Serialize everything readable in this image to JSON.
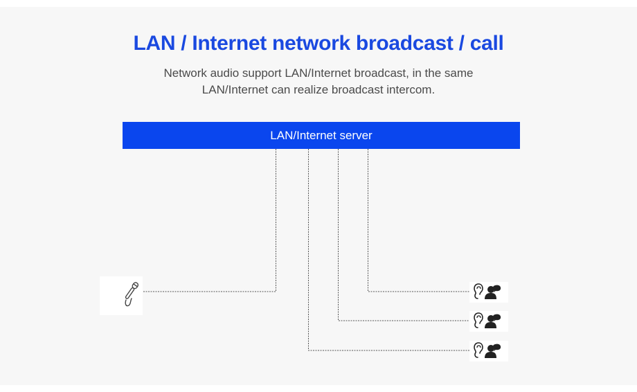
{
  "header": {
    "title": "LAN / Internet network broadcast / call",
    "subtitle": "Network audio support LAN/Internet broadcast, in the same LAN/Internet can realize broadcast intercom."
  },
  "server": {
    "label": "LAN/Internet server"
  },
  "endpoints": {
    "source": {
      "icon": "microphone-icon"
    },
    "listeners": [
      {
        "icons": [
          "ear-icon",
          "user-speaking-icon"
        ]
      },
      {
        "icons": [
          "ear-icon",
          "user-speaking-icon"
        ]
      },
      {
        "icons": [
          "ear-icon",
          "user-speaking-icon"
        ]
      }
    ]
  },
  "colors": {
    "accent": "#0a46ee",
    "title": "#1a49e0",
    "background": "#f7f7f7",
    "line": "#555555"
  }
}
